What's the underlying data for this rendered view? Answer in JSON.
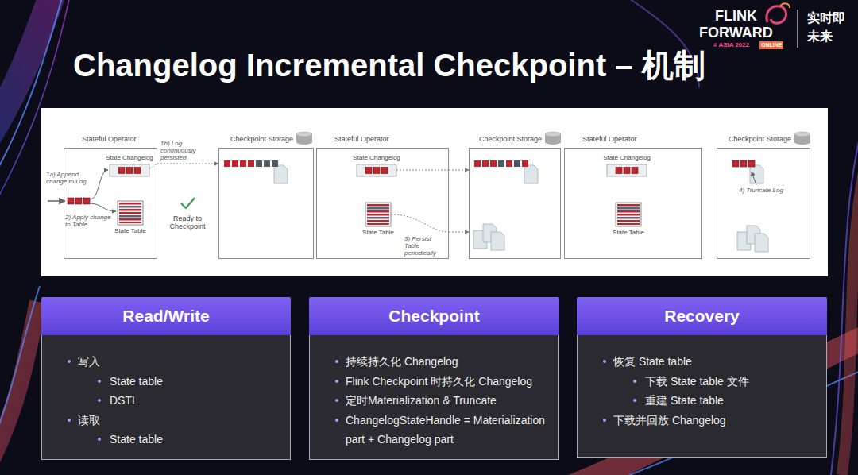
{
  "diagram": {
    "title": "Changelog Incremental Checkpoint – 机制",
    "nodes": [
      {
        "text": [
          "Stateful Operator"
        ]
      },
      {
        "text": [
          "Checkpoint Storage"
        ]
      },
      {
        "text": [
          "Stateful Operator"
        ]
      },
      {
        "text": [
          "Checkpoint Storage"
        ]
      },
      {
        "text": [
          "Stateful Operator"
        ]
      },
      {
        "text": [
          "Checkpoint Storage"
        ]
      },
      {
        "text": [
          "Read/Write",
          "写入",
          "State table",
          "DSTL",
          "读取",
          "State table"
        ]
      },
      {
        "text": [
          "Checkpoint",
          "持续持久化 Changelog",
          "Flink Checkpoint 时持久化 Changelog",
          "定时Materialization & Truncate",
          "ChangelogStateHandle = Materialization part + Changelog part"
        ]
      },
      {
        "text": [
          "Recovery",
          "恢复 State table",
          "下载 State table 文件",
          "重建 State table",
          "下载并回放 Changelog"
        ]
      }
    ],
    "edges": [
      {
        "from": 0,
        "to": 1,
        "arrow": "to",
        "label": "1b) Log continuously persisted"
      },
      {
        "from": 2,
        "to": 3,
        "arrow": "to"
      },
      {
        "from": 2,
        "to": 3,
        "arrow": "to",
        "label": "3) Persist Table periodically"
      }
    ],
    "labels": [
      "FLINK",
      "FORWARD",
      "# ASIA 2022",
      "ONLINE",
      "实时即",
      "未来",
      "1a) Append change to Log",
      "2) Apply change to Table",
      "State Changelog",
      "State Table",
      "Ready to Checkpoint",
      "State Changelog",
      "State Table",
      "State Changelog",
      "State Table",
      "4) Truncate Log"
    ]
  }
}
